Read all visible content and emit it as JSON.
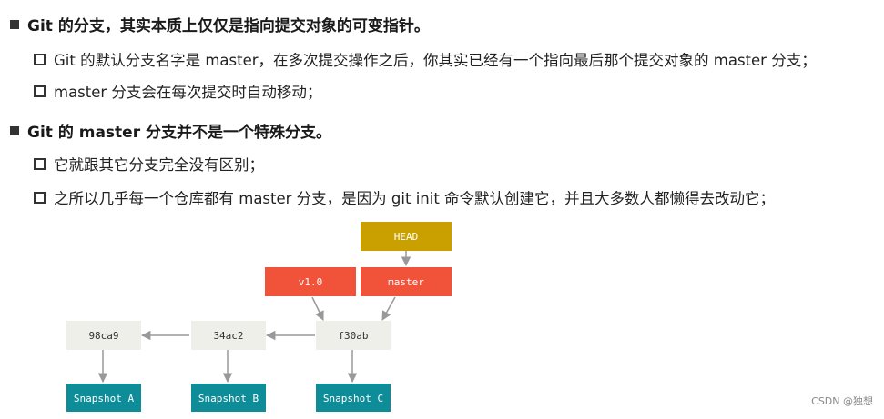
{
  "bullets": {
    "b1": "Git 的分支，其实本质上仅仅是指向提交对象的可变指针。",
    "b1_1": "Git 的默认分支名字是 master，在多次提交操作之后，你其实已经有一个指向最后那个提交对象的 master 分支；",
    "b1_2": "master 分支会在每次提交时自动移动；",
    "b2": "Git 的 master 分支并不是一个特殊分支。",
    "b2_1": "它就跟其它分支完全没有区别；",
    "b2_2": "之所以几乎每一个仓库都有 master 分支，是因为 git init 命令默认创建它，并且大多数人都懒得去改动它；"
  },
  "diagram": {
    "head": "HEAD",
    "branch_v10": "v1.0",
    "branch_master": "master",
    "commit_1": "98ca9",
    "commit_2": "34ac2",
    "commit_3": "f30ab",
    "snapshot_a": "Snapshot A",
    "snapshot_b": "Snapshot B",
    "snapshot_c": "Snapshot C"
  },
  "colors": {
    "head": "#c9a000",
    "branch": "#f0533a",
    "commit": "#efefea",
    "snapshot": "#0e8c98",
    "arrow": "#999999"
  },
  "watermark": "CSDN @独想"
}
